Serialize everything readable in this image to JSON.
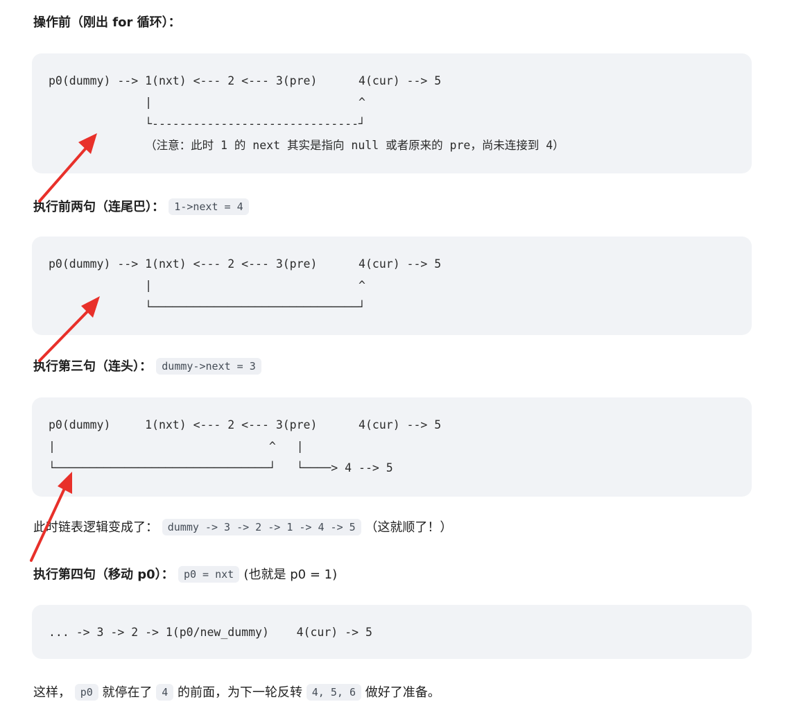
{
  "sections": {
    "h1": "操作前（刚出 for 循环）：",
    "code1": {
      "lines": [
        "p0(dummy) --> 1(nxt) <--- 2 <--- 3(pre)      4(cur) --> 5",
        "              |                              ^",
        "              └------------------------------┘"
      ],
      "comment": "              （注意：此时 1 的 next 其实是指向 null 或者原来的 pre，尚未连接到 4）"
    },
    "h2": {
      "text": "执行前两句（连尾巴）：",
      "code": "1->next = 4"
    },
    "code2": {
      "lines": [
        "p0(dummy) --> 1(nxt) <--- 2 <--- 3(pre)      4(cur) --> 5",
        "              |                              ^",
        "              └──────────────────────────────┘"
      ]
    },
    "h3": {
      "text": "执行第三句（连头）：",
      "code": "dummy->next = 3"
    },
    "code3": {
      "lines": [
        "p0(dummy)     1(nxt) <--- 2 <--- 3(pre)      4(cur) --> 5",
        "|                               ^   |",
        "└───────────────────────────────┘   └────> 4 --> 5"
      ]
    },
    "p1": {
      "prefix": "此时链表逻辑变成了：",
      "code": "dummy -> 3 -> 2 -> 1 -> 4 -> 5",
      "suffix": "（这就顺了！）"
    },
    "h4": {
      "text": "执行第四句（移动 p0）：",
      "code": "p0 = nxt",
      "suffix": "(也就是 p0 = 1)"
    },
    "code4": {
      "lines": [
        "... -> 3 -> 2 -> 1(p0/new_dummy)    4(cur) -> 5"
      ]
    },
    "p2": {
      "t1": "这样，",
      "c1": "p0",
      "t2": "就停在了",
      "c2": "4",
      "t3": "的前面，为下一轮反转",
      "c3": "4, 5, 6",
      "t4": "做好了准备。"
    }
  },
  "colors": {
    "annotation_arrow": "#e8302a",
    "code_bg": "#f1f3f6",
    "inline_code_bg": "#eef0f4"
  }
}
